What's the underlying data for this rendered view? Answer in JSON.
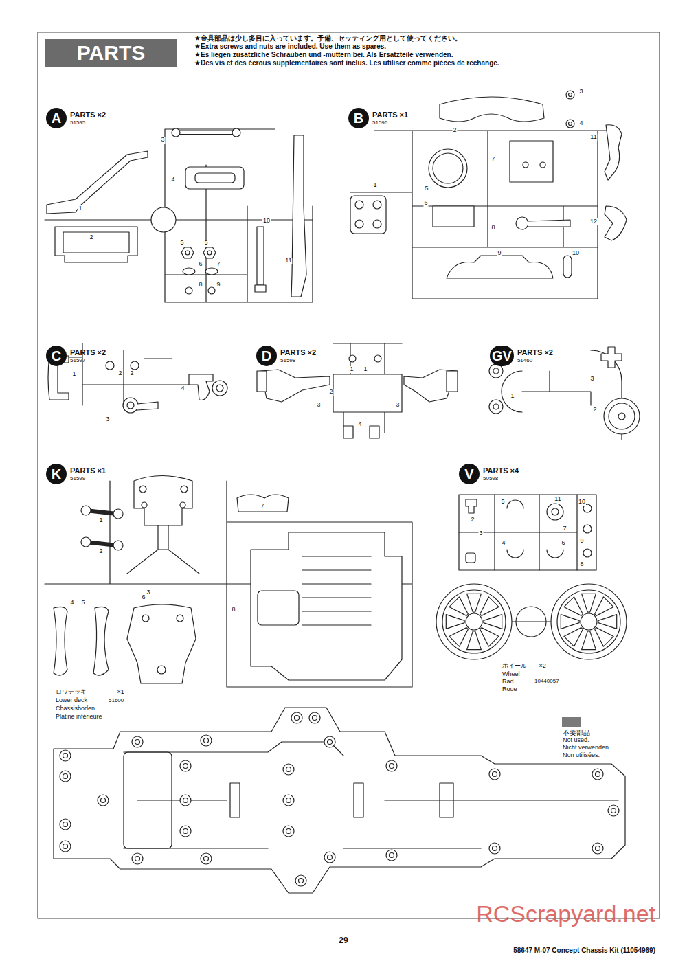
{
  "diagram": {
    "title": "PARTS",
    "nodes": [
      {
        "text": [
          "A",
          "PARTS ×2",
          "51595"
        ]
      },
      {
        "text": [
          "B",
          "PARTS ×1",
          "51596"
        ]
      },
      {
        "text": [
          "C",
          "PARTS ×2",
          "51597"
        ]
      },
      {
        "text": [
          "D",
          "PARTS ×2",
          "51598"
        ]
      },
      {
        "text": [
          "GV",
          "PARTS ×2",
          "51460"
        ]
      },
      {
        "text": [
          "K",
          "PARTS ×1",
          "51599"
        ]
      },
      {
        "text": [
          "V",
          "PARTS ×4",
          "50598"
        ]
      }
    ],
    "labels": [
      "★金具部品は少し多目に入っています。予備、セッティング用として使ってください。",
      "★Extra screws and nuts are included. Use them as spares.",
      "★Es liegen zusätzliche Schrauben und -muttern bei. Als Ersatzteile verwenden.",
      "★Des vis et des écrous supplémentaires sont inclus. Les utiliser comme pièces de rechange.",
      "3",
      "4",
      "1",
      "2",
      "5",
      "5",
      "6",
      "7",
      "8",
      "9",
      "10",
      "11",
      "3",
      "4",
      "2",
      "11",
      "1",
      "5",
      "7",
      "6",
      "8",
      "12",
      "9",
      "10",
      "2",
      "2",
      "1",
      "4",
      "3",
      "1",
      "1",
      "2",
      "3",
      "3",
      "4",
      "1",
      "3",
      "2",
      "1",
      "2",
      "3",
      "7",
      "4",
      "5",
      "6",
      "8",
      "5",
      "11",
      "10",
      "7",
      "2",
      "3",
      "9",
      "4",
      "6",
      "8",
      "ホイール ·····×2",
      "Wheel",
      "Rad",
      "Roue",
      "10440057",
      "ロワデッキ ··············×1",
      "Lower deck",
      "Chassisboden",
      "Platine inférieure",
      "51600",
      "Not used.",
      "Nicht verwenden.",
      "Non utilisées.",
      "29",
      "58647 M-07 Concept Chassis Kit (11054969)",
      "RCScrapyard.net"
    ],
    "legend": [
      {
        "text": "不要部品",
        "color": "#7a7a7a"
      }
    ]
  }
}
